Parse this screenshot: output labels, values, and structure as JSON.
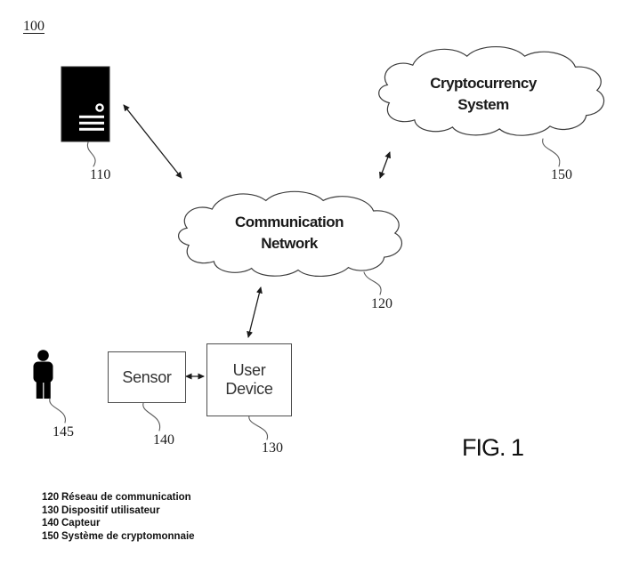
{
  "figure": {
    "overall_reference": "100",
    "caption": "FIG. 1"
  },
  "colors": {
    "ink": "#1a1a1a",
    "outline_gray": "#4d4d4d",
    "leader_gray": "#5a5a5a",
    "background": "#ffffff"
  },
  "nodes": {
    "server": {
      "icon": "server-tower-icon",
      "ref": "110"
    },
    "cryptocurrency_system": {
      "label": "Cryptocurrency System",
      "ref": "150"
    },
    "communication_network": {
      "label": "Communication Network",
      "ref": "120"
    },
    "user_device": {
      "label": "User Device",
      "ref": "130"
    },
    "sensor": {
      "label": "Sensor",
      "ref": "140"
    },
    "person": {
      "icon": "person-icon",
      "ref": "145"
    }
  },
  "connections": [
    {
      "from": "server",
      "to": "communication_network",
      "style": "double-arrow"
    },
    {
      "from": "cryptocurrency_system",
      "to": "communication_network",
      "style": "double-arrow"
    },
    {
      "from": "communication_network",
      "to": "user_device",
      "style": "double-arrow"
    },
    {
      "from": "sensor",
      "to": "user_device",
      "style": "double-arrow"
    }
  ],
  "legend": {
    "items": [
      {
        "ref": "120",
        "text": "Réseau de communication"
      },
      {
        "ref": "130",
        "text": "Dispositif utilisateur"
      },
      {
        "ref": "140",
        "text": "Capteur"
      },
      {
        "ref": "150",
        "text": "Système de cryptomonnaie"
      }
    ]
  }
}
